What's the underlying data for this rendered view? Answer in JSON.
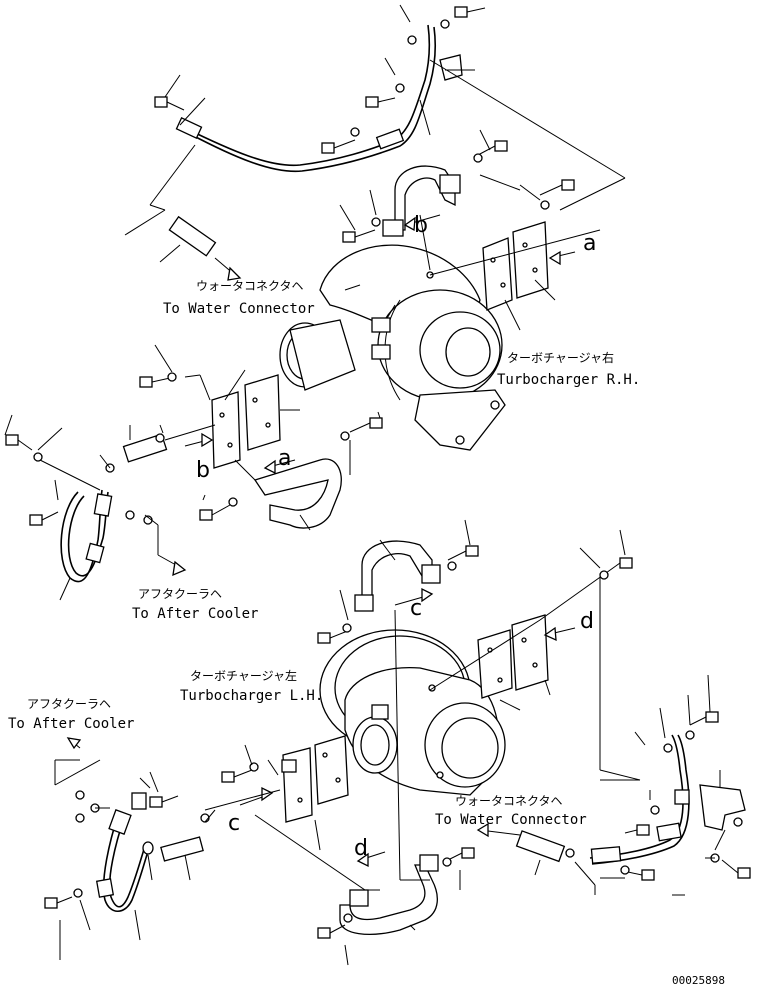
{
  "labels": {
    "water_connector_top_jp": "ウォータコネクタヘ",
    "water_connector_top_en": "To Water Connector",
    "turbo_rh_jp": "ターボチャージャ右",
    "turbo_rh_en": "Turbocharger R.H.",
    "after_cooler_mid_jp": "アフタクーラヘ",
    "after_cooler_mid_en": "To After Cooler",
    "turbo_lh_jp": "ターボチャージャ左",
    "turbo_lh_en": "Turbocharger L.H.",
    "after_cooler_left_jp": "アフタクーラヘ",
    "after_cooler_left_en": "To After Cooler",
    "water_connector_bot_jp": "ウォータコネクタヘ",
    "water_connector_bot_en": "To Water Connector"
  },
  "view_letters": {
    "a_right": "a",
    "b_upper": "b",
    "b_left": "b",
    "a_lower": "a",
    "c_upper": "c",
    "d_right": "d",
    "c_left": "c",
    "d_lower": "d"
  },
  "drawing_number": "00025898"
}
